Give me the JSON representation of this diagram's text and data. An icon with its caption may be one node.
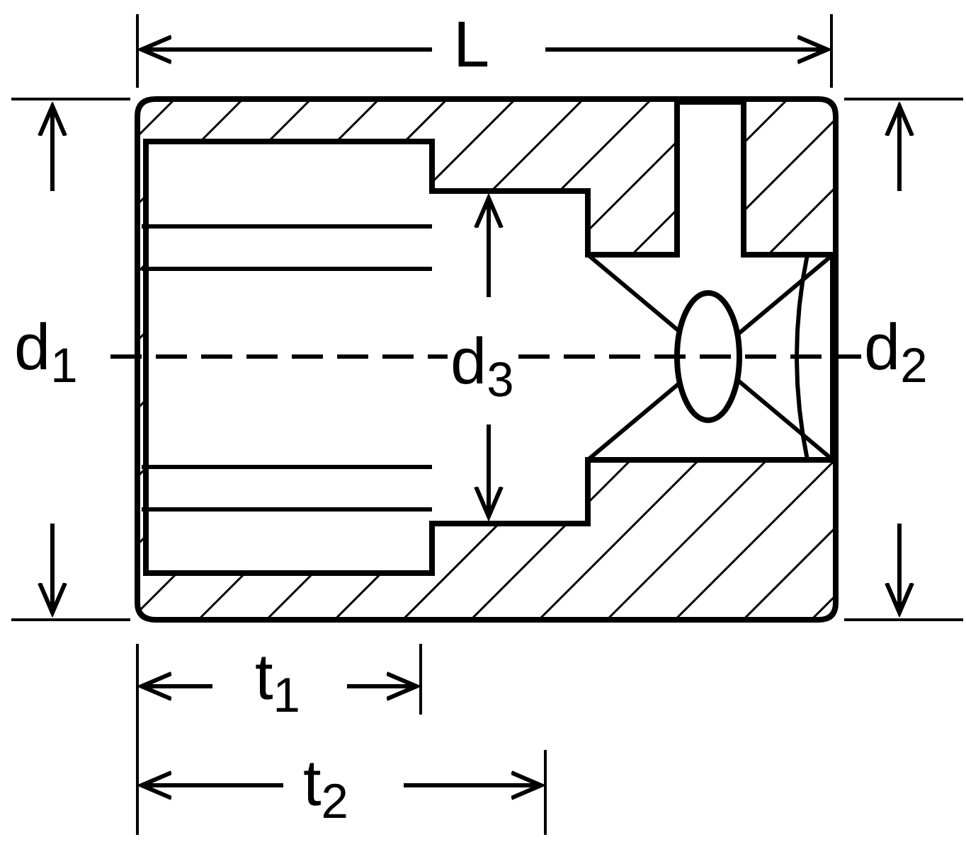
{
  "diagram": {
    "labels": [
      "L",
      "d$_{1}$",
      "d$_{3}$",
      "d$_{2}$",
      "t$_{1}$",
      "t$_{2}$"
    ]
  }
}
